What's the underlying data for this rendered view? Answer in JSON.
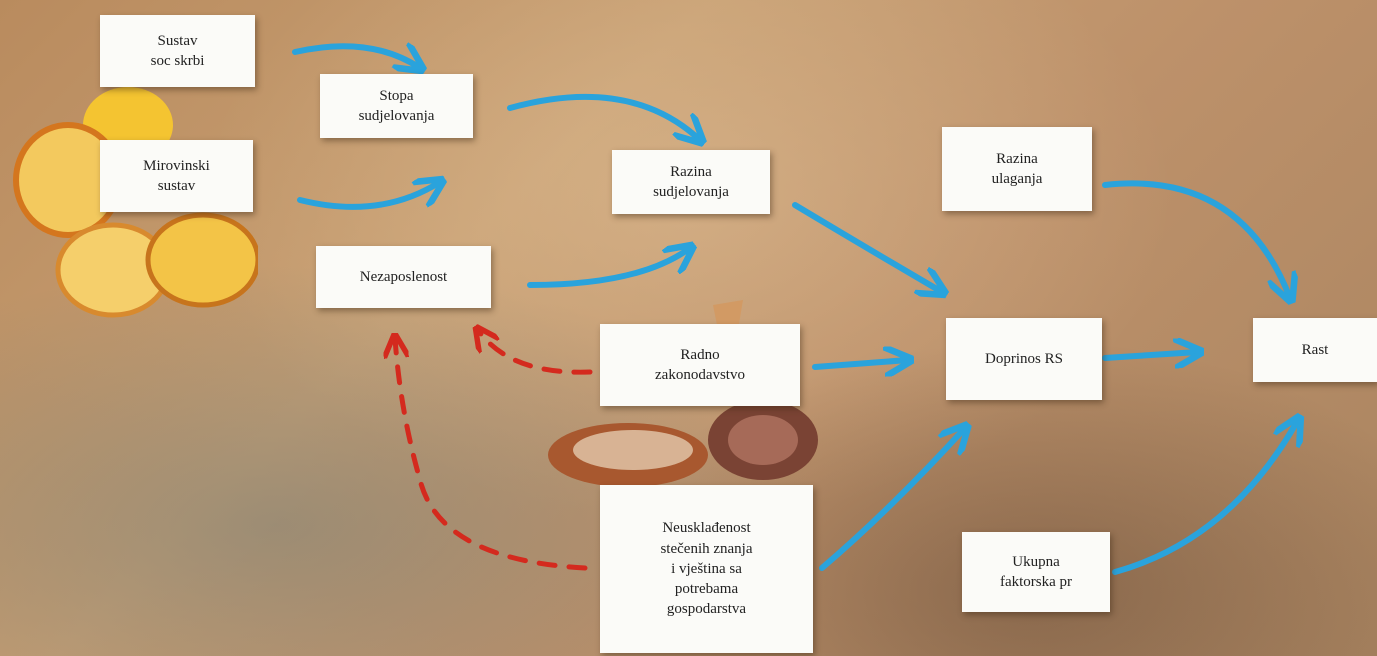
{
  "nodes": {
    "sustav_soc_skrbi": "Sustav\nsoc skrbi",
    "stopa_sudjelovanja": "Stopa\nsudjelovanja",
    "mirovinski_sustav": "Mirovinski\nsustav",
    "nezaposlenost": "Nezaposlenost",
    "razina_sudjelovanja": "Razina\nsudjelovanja",
    "radno_zakonodavstvo": "Radno\nzakonodavstvo",
    "neuskladenost": "Neusklađenost\nstečenih znanja\ni vještina sa\npotrebama\ngospodarstva",
    "razina_ulaganja": "Razina\nulaganja",
    "doprinos_rs": "Doprinos RS",
    "ukupna_faktorska": "Ukupna\nfaktorska pr",
    "rast": "Rast"
  },
  "colors": {
    "positive_arrow": "#2aa3dc",
    "negative_arrow": "#d42a1e",
    "card_background": "#fbfbf8",
    "board": "#c09468"
  }
}
